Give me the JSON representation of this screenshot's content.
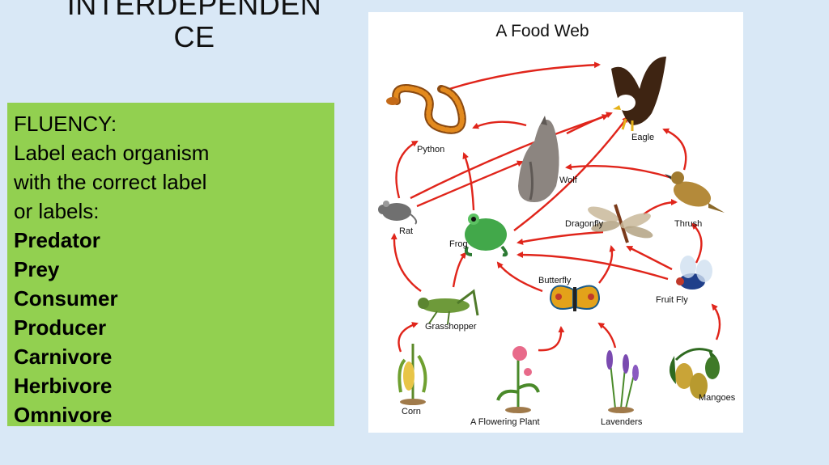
{
  "slide": {
    "title_line1": "INTERDEPENDEN",
    "title_line2": "CE"
  },
  "panel": {
    "heading": "FLUENCY:",
    "instruction_lines": [
      "Label each organism",
      "with the correct label",
      "or labels:"
    ],
    "terms": [
      "Predator",
      "Prey",
      "Consumer",
      "Producer",
      "Carnivore",
      "Herbivore",
      "Omnivore"
    ],
    "background_color": "#92d050"
  },
  "food_web": {
    "title": "A Food Web",
    "arrow_color": "#e0251b",
    "organisms": {
      "python": "Python",
      "eagle": "Eagle",
      "wolf": "Wolf",
      "rat": "Rat",
      "frog": "Frog",
      "dragonfly": "Dragonfly",
      "thrush": "Thrush",
      "butterfly": "Butterfly",
      "fruit_fly": "Fruit Fly",
      "grasshopper": "Grasshopper",
      "corn": "Corn",
      "flowering_plant": "A Flowering Plant",
      "lavenders": "Lavenders",
      "mangoes": "Mangoes"
    }
  }
}
